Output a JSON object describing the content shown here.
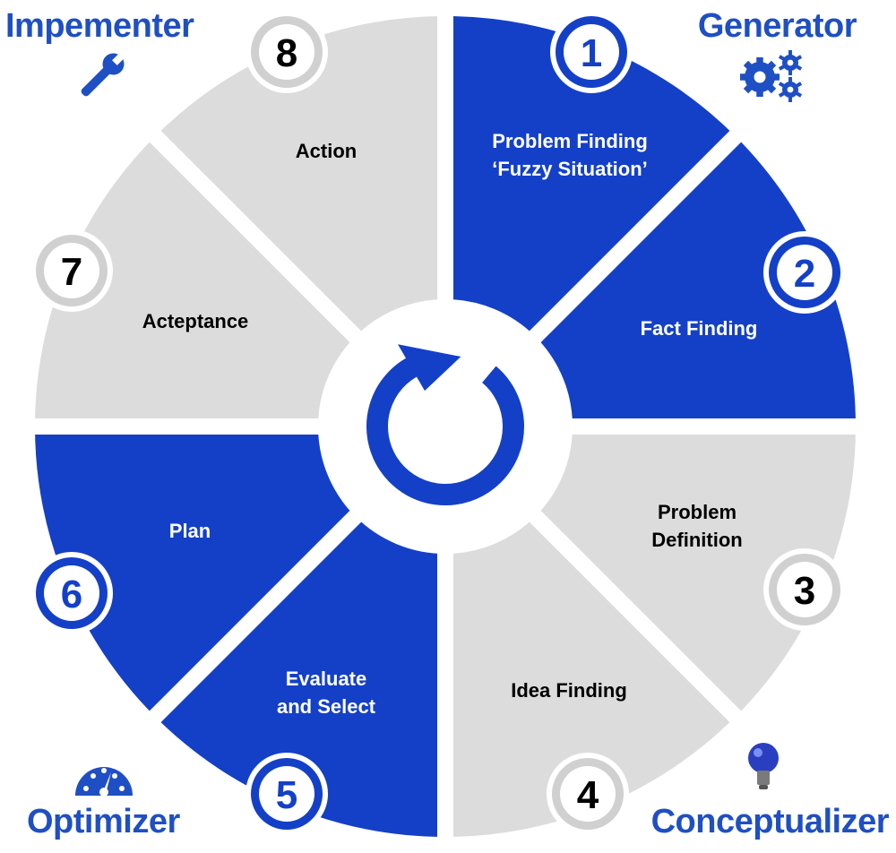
{
  "colors": {
    "blue": "#1440c8",
    "gray": "#dcdcdc",
    "ring_gray": "#d0d0d0",
    "label_blue": "#1f4fc4",
    "white": "#ffffff",
    "black": "#000000"
  },
  "roles": {
    "top_left": "Impementer",
    "top_right": "Generator",
    "bottom_left": "Optimizer",
    "bottom_right": "Conceptualizer"
  },
  "role_icons": {
    "top_left": "wrench-icon",
    "top_right": "gears-icon",
    "bottom_left": "speedometer-icon",
    "bottom_right": "lightbulb-icon"
  },
  "center_icon": "cycle-arrow-icon",
  "steps": [
    {
      "number": "1",
      "lines": [
        "Problem Finding",
        "‘Fuzzy Situation’"
      ],
      "color": "blue"
    },
    {
      "number": "2",
      "lines": [
        "Fact Finding"
      ],
      "color": "blue"
    },
    {
      "number": "3",
      "lines": [
        "Problem",
        "Definition"
      ],
      "color": "gray"
    },
    {
      "number": "4",
      "lines": [
        "Idea Finding"
      ],
      "color": "gray"
    },
    {
      "number": "5",
      "lines": [
        "Evaluate",
        "and Select"
      ],
      "color": "blue"
    },
    {
      "number": "6",
      "lines": [
        "Plan"
      ],
      "color": "blue"
    },
    {
      "number": "7",
      "lines": [
        "Acteptance"
      ],
      "color": "gray"
    },
    {
      "number": "8",
      "lines": [
        "Action"
      ],
      "color": "gray"
    }
  ]
}
